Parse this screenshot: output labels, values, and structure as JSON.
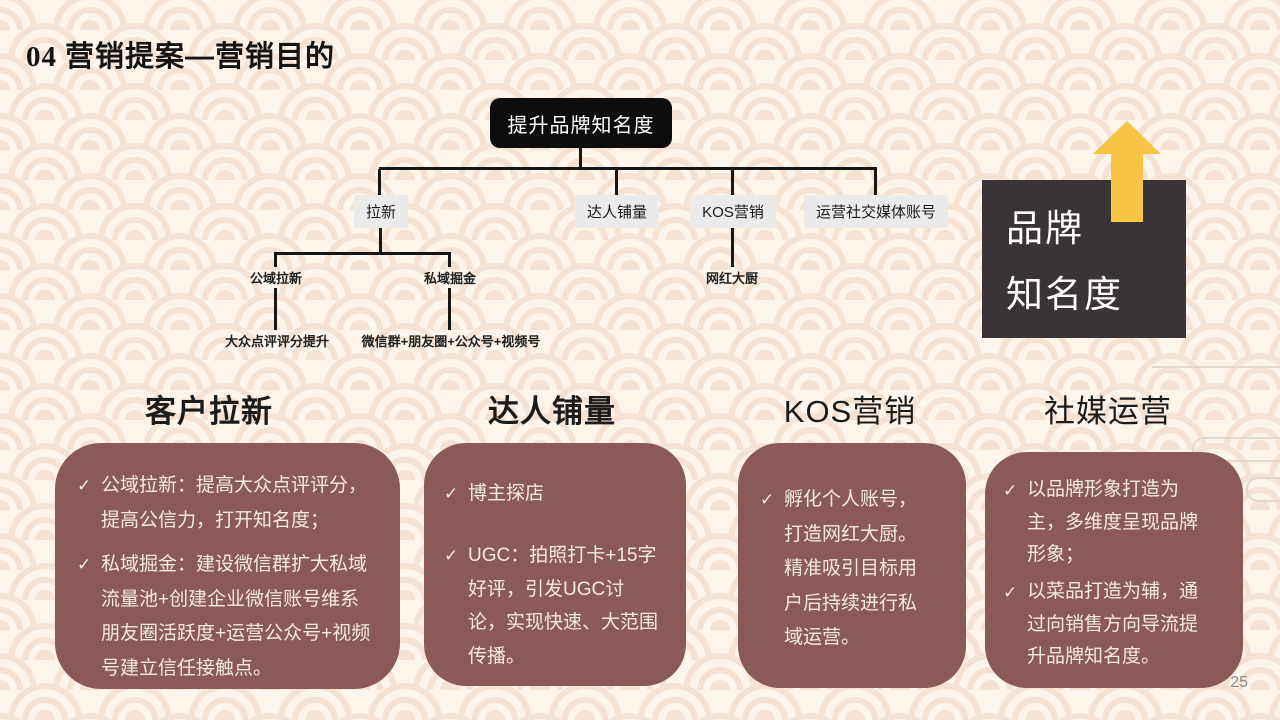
{
  "header": {
    "number": "04",
    "title": "营销提案—营销目的"
  },
  "page_number": "25",
  "icons": {
    "check": "✓",
    "arrow_up": "triangle-up-arrow"
  },
  "colors": {
    "background": "#fdf4ec",
    "pattern_arc": "#f6e2d2",
    "title_text": "#141414",
    "line": "#161616",
    "root_node_bg": "#0d0d0d",
    "root_node_text": "#ffffff",
    "branch_node_bg": "#ebebeb",
    "branch_node_text": "#1a1a1a",
    "panel_bg": "#8a5a57",
    "panel_text": "#f4ebe2",
    "highlight_bg": "#3a3438",
    "highlight_text": "#ffffff",
    "arrow": "#f5c543",
    "page_number": "#8a8a8a",
    "decor_stroke": "#e3d8ca"
  },
  "tree": {
    "root": "提升品牌知名度",
    "level2": [
      "拉新",
      "达人铺量",
      "KOS营销",
      "运营社交媒体账号"
    ],
    "level3": [
      "公域拉新",
      "私域掘金",
      "网红大厨"
    ],
    "level4": [
      "大众点评评分提升",
      "微信群+朋友圈+公众号+视频号"
    ]
  },
  "highlight": {
    "line1": "品牌",
    "line2": "知名度"
  },
  "columns": [
    {
      "header": "客户拉新",
      "bullets": [
        "公域拉新：提高大众点评评分，提高公信力，打开知名度；",
        "私域掘金：建设微信群扩大私域流量池+创建企业微信账号维系朋友圈活跃度+运营公众号+视频号建立信任接触点。"
      ]
    },
    {
      "header": "达人铺量",
      "bullets": [
        "博主探店",
        "UGC：拍照打卡+15字好评，引发UGC讨论，实现快速、大范围传播。"
      ]
    },
    {
      "header": "KOS营销",
      "bullets": [
        "孵化个人账号，打造网红大厨。精准吸引目标用户后持续进行私域运营。"
      ]
    },
    {
      "header": "社媒运营",
      "bullets": [
        "以品牌形象打造为主，多维度呈现品牌形象；",
        "以菜品打造为辅，通过向销售方向导流提升品牌知名度。"
      ]
    }
  ]
}
